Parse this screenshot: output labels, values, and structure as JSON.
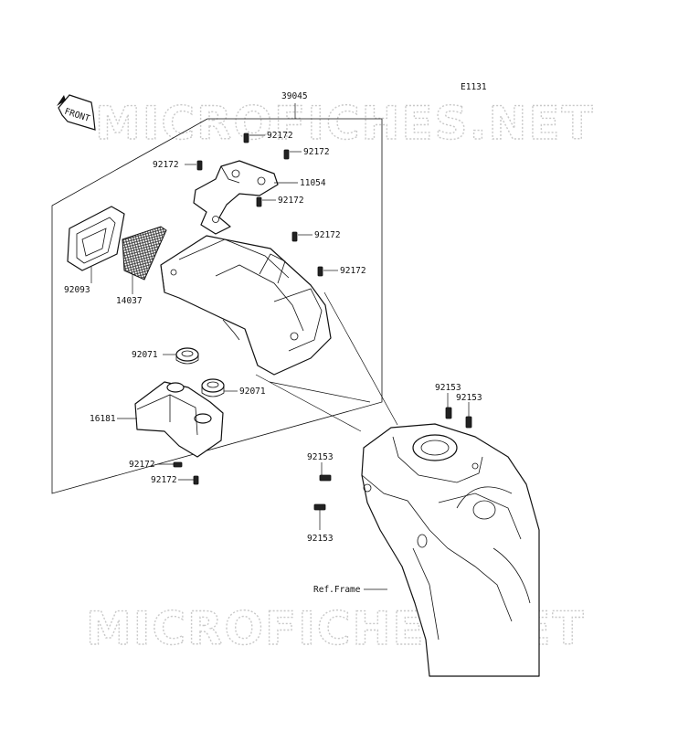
{
  "diagram_code": "E1131",
  "watermark_text": "MICROFICHES.NET",
  "front_badge": "FRONT",
  "assembly_ref": "39045",
  "frame_ref": "Ref.Frame",
  "callouts": {
    "c92172_1": "92172",
    "c92172_2": "92172",
    "c92172_3": "92172",
    "c92172_4": "92172",
    "c92172_5": "92172",
    "c92172_6": "92172",
    "c92172_7": "92172",
    "c92172_8": "92172",
    "c11054": "11054",
    "c92093": "92093",
    "c14037": "14037",
    "c92071_1": "92071",
    "c92071_2": "92071",
    "c16181": "16181",
    "c92153_1": "92153",
    "c92153_2": "92153",
    "c92153_3": "92153",
    "c92153_4": "92153"
  }
}
